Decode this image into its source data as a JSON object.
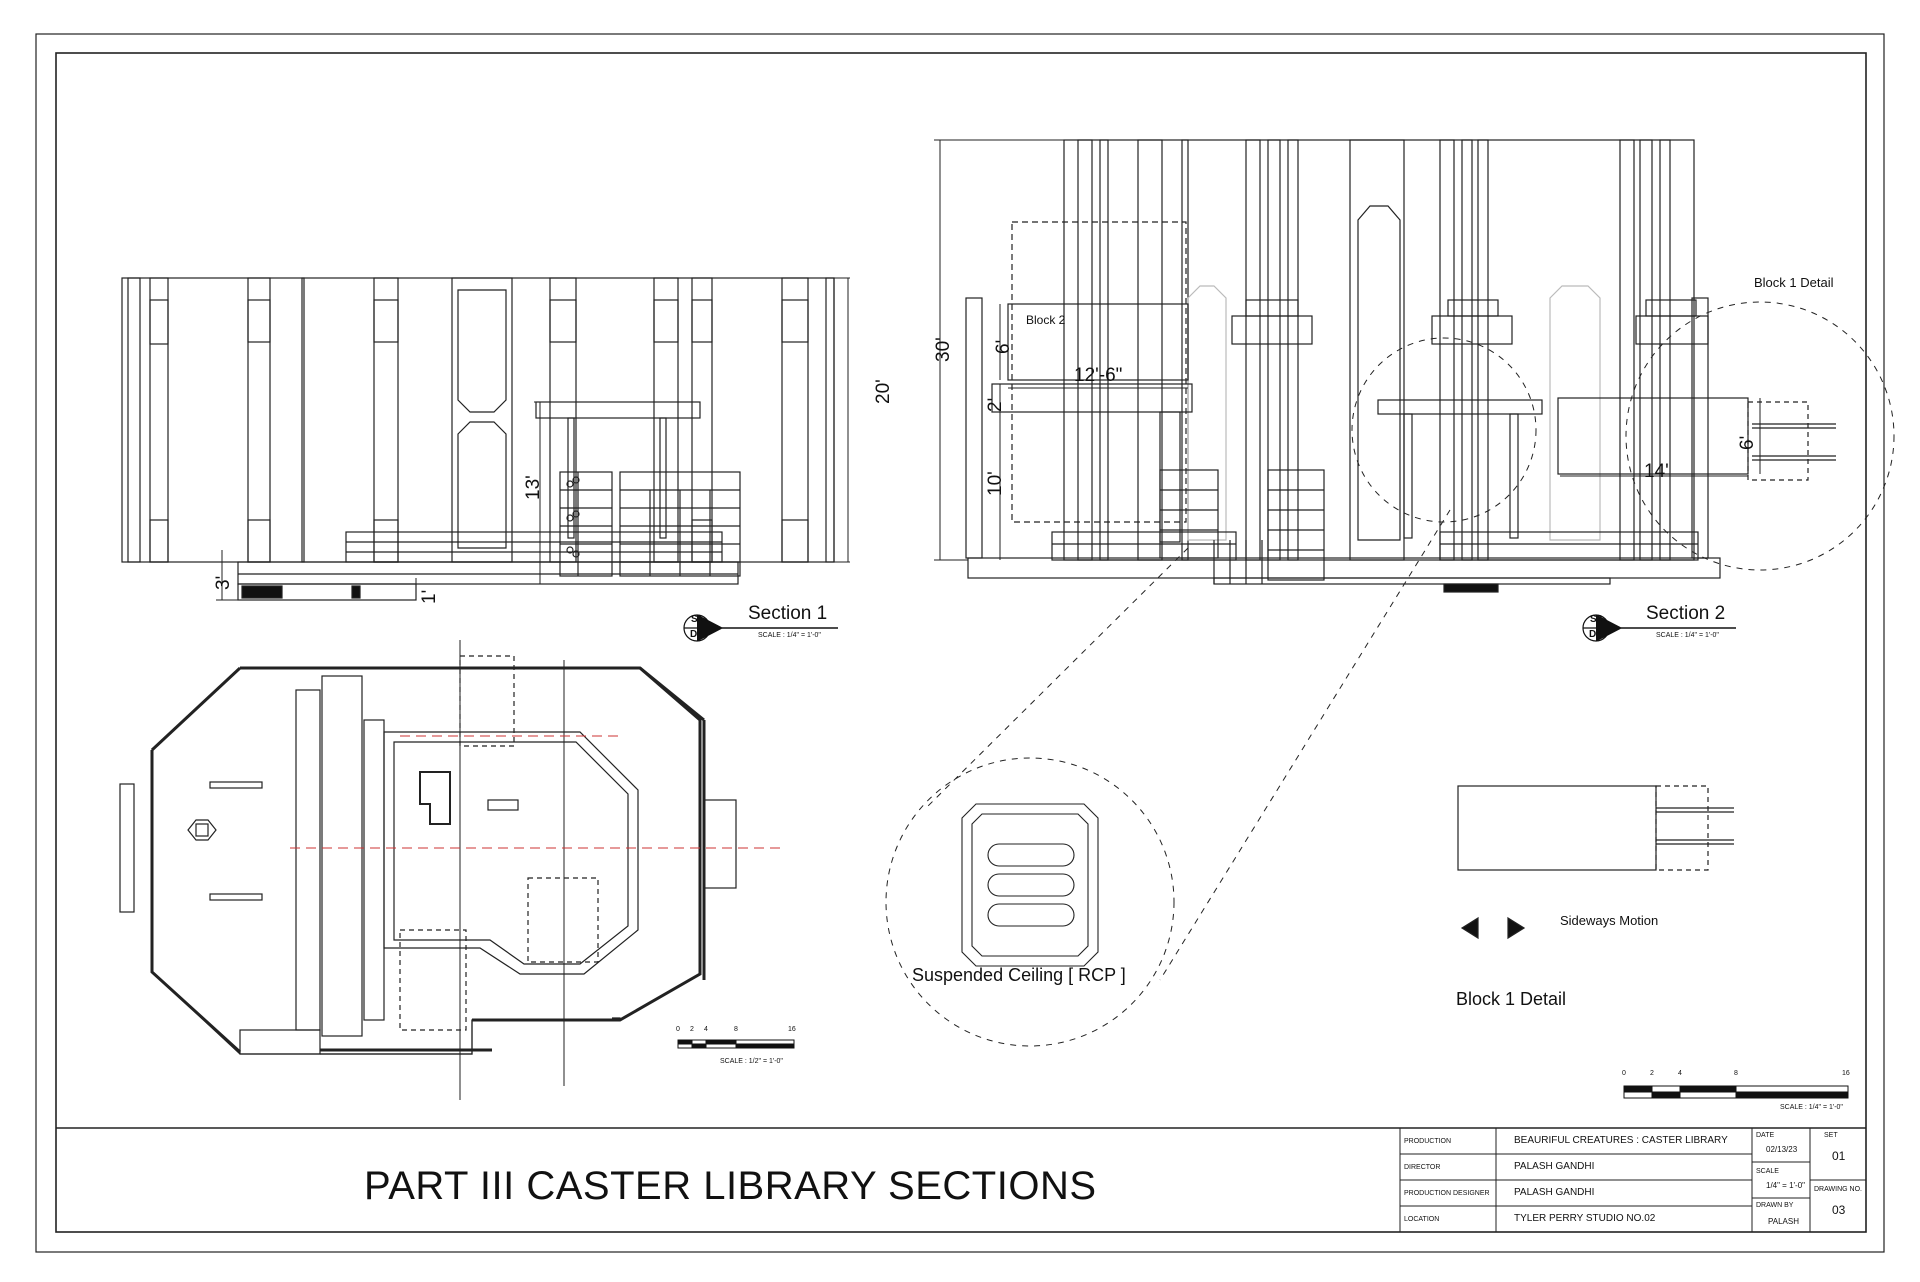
{
  "sheet": {
    "title": "PART III CASTER LIBRARY SECTIONS"
  },
  "section1": {
    "name": "Section 1",
    "scale": "SCALE : 1/4\" = 1'-0\"",
    "marker_top": "S1",
    "marker_bottom": "D4",
    "dims": {
      "height": "20'",
      "shelf": "13'",
      "step": "3'",
      "riser": "1'"
    }
  },
  "section2": {
    "name": "Section 2",
    "scale": "SCALE : 1/4\" = 1'-0\"",
    "marker_top": "S2",
    "marker_bottom": "D4",
    "dims": {
      "height": "30'",
      "block_h": "6'",
      "block_w": "12'-6\"",
      "gap": "2'",
      "lower": "10'",
      "detail_w": "14'",
      "detail_h": "6'"
    },
    "block2_label": "Block 2",
    "block1_callout": "Block 1 Detail"
  },
  "plan": {
    "scale_ticks": [
      "0",
      "2",
      "4",
      "8",
      "16"
    ],
    "scale": "SCALE : 1/2\" = 1'-0\""
  },
  "ceiling": {
    "label": "Suspended Ceiling [ RCP ]"
  },
  "block1_detail": {
    "title": "Block 1 Detail",
    "motion_label": "Sideways Motion"
  },
  "bar_scale": {
    "ticks": [
      "0",
      "2",
      "4",
      "8",
      "16"
    ],
    "scale": "SCALE : 1/4\" = 1'-0\""
  },
  "title_block": {
    "production_h": "PRODUCTION",
    "production": "BEAURIFUL CREATURES : CASTER LIBRARY",
    "director_h": "DIRECTOR",
    "director": "PALASH GANDHI",
    "designer_h": "PRODUCTION DESIGNER",
    "designer": "PALASH GANDHI",
    "location_h": "LOCATION",
    "location": "TYLER PERRY STUDIO NO.02",
    "date_h": "DATE",
    "date": "02/13/23",
    "scale_h": "SCALE",
    "scale": "1/4\" = 1'-0\"",
    "drawn_h": "DRAWN BY",
    "drawn": "PALASH",
    "set_h": "SET",
    "set": "01",
    "drawing_h": "DRAWING NO.",
    "drawing": "03"
  }
}
